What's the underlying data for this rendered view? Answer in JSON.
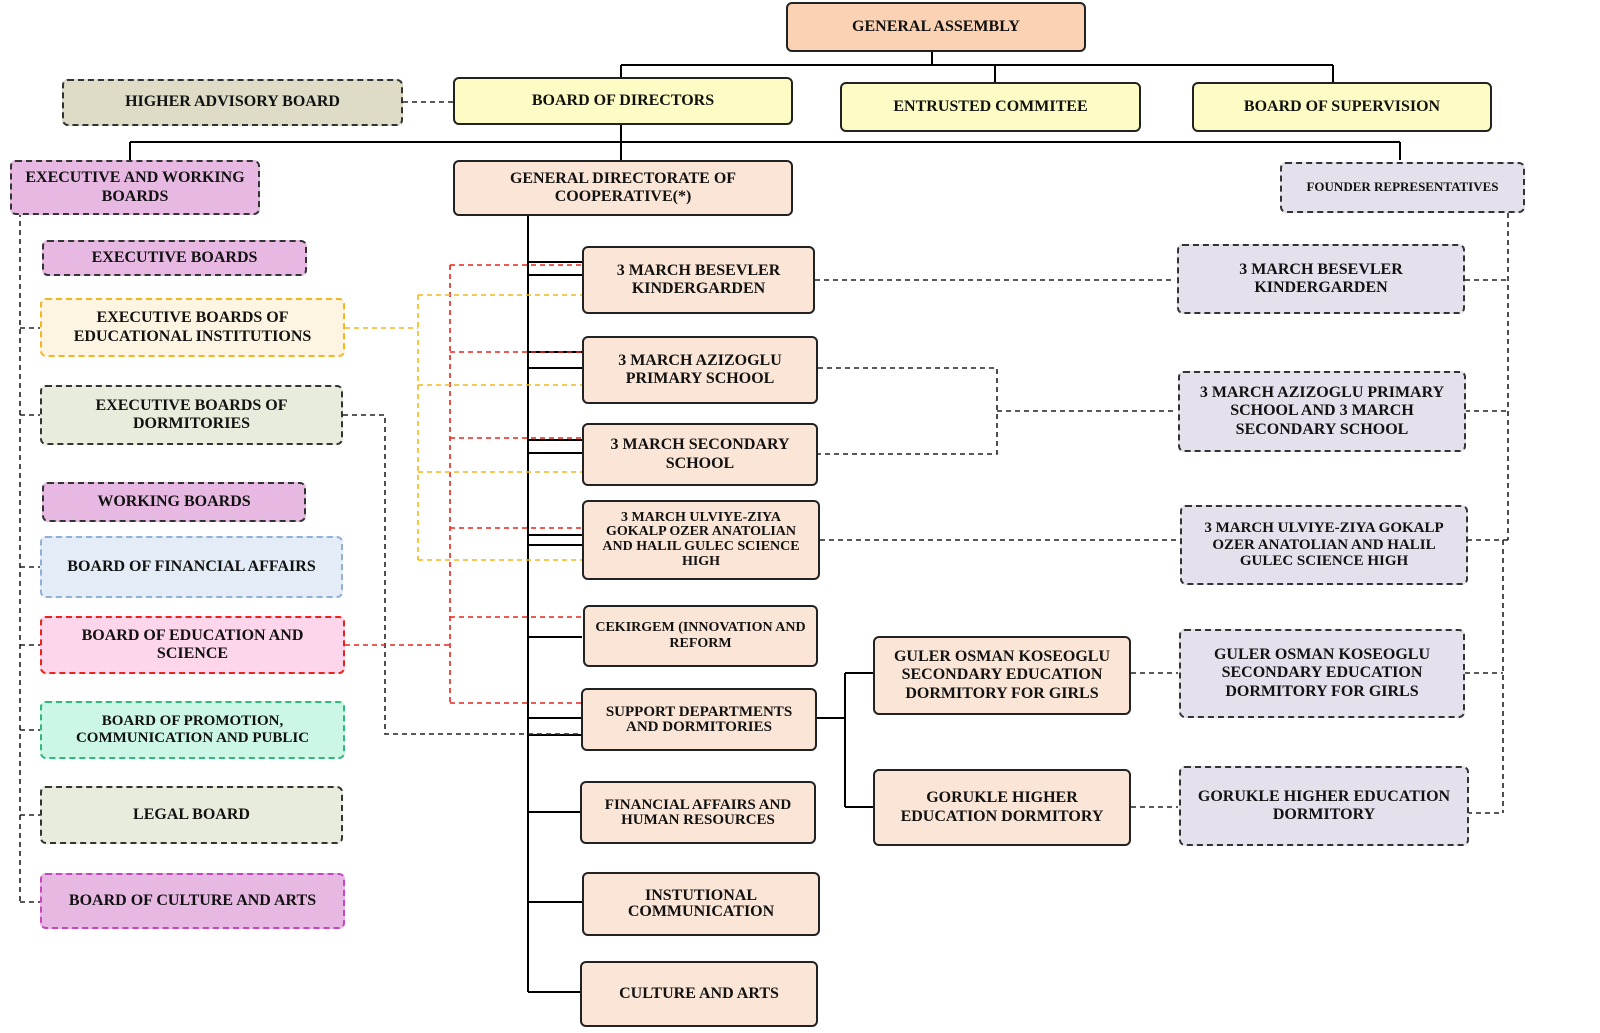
{
  "top": {
    "general_assembly": "GENERAL ASSEMBLY",
    "board_of_directors": "BOARD OF DIRECTORS",
    "entrusted_committee": "ENTRUSTED COMMITEE",
    "board_of_supervision": "BOARD OF SUPERVISION",
    "higher_advisory_board": "HIGHER ADVISORY BOARD",
    "general_directorate": "GENERAL DIRECTORATE OF COOPERATIVE(*)",
    "founder_representatives": "FOUNDER REPRESENTATIVES"
  },
  "left_boards": {
    "executive_and_working": "EXECUTIVE AND WORKING BOARDS",
    "executive_boards": "EXECUTIVE BOARDS",
    "exec_educational": "EXECUTIVE BOARDS OF EDUCATIONAL INSTITUTIONS",
    "exec_dormitories": "EXECUTIVE BOARDS OF DORMITORIES",
    "working_boards": "WORKING BOARDS",
    "financial_affairs": "BOARD OF FINANCIAL AFFAIRS",
    "education_science": "BOARD OF EDUCATION AND SCIENCE",
    "promotion": "BOARD OF PROMOTION, COMMUNICATION AND PUBLIC",
    "legal": "LEGAL BOARD",
    "culture_arts": "BOARD OF CULTURE AND ARTS"
  },
  "units": {
    "kindergarden": "3 MARCH BESEVLER KINDERGARDEN",
    "primary_school": "3 MARCH AZIZOGLU PRIMARY SCHOOL",
    "secondary_school": "3 MARCH SECONDARY SCHOOL",
    "science_high": "3 MARCH ULVIYE-ZIYA GOKALP OZER ANATOLIAN AND HALIL GULEC SCIENCE HIGH",
    "cekirgem": "CEKIRGEM (INNOVATION AND REFORM",
    "support_departments": "SUPPORT DEPARTMENTS AND DORMITORIES",
    "financial_hr": "FINANCIAL AFFAIRS AND HUMAN RESOURCES",
    "institutional_communication": "INSTUTIONAL COMMUNICATION",
    "culture_and_arts": "CULTURE AND ARTS"
  },
  "dormitories": {
    "guler_osman": "GULER OSMAN KOSEOGLU SECONDARY EDUCATION DORMITORY FOR GIRLS",
    "gorukle": "GORUKLE HIGHER EDUCATION DORMITORY"
  },
  "founder_reps": {
    "kindergarden": "3 MARCH BESEVLER KINDERGARDEN",
    "primary_secondary": "3 MARCH AZIZOGLU PRIMARY SCHOOL AND 3 MARCH SECONDARY SCHOOL",
    "science_high": "3 MARCH ULVIYE-ZIYA GOKALP OZER ANATOLIAN AND HALIL GULEC SCIENCE HIGH",
    "guler_osman": "GULER OSMAN KOSEOGLU SECONDARY EDUCATION DORMITORY FOR GIRLS",
    "gorukle": "GORUKLE HIGHER EDUCATION DORMITORY"
  },
  "colors": {
    "orange_box": "#fbd3b4",
    "yellow_box": "#fdfcc4",
    "gray_box": "#dedbc7",
    "pink_box": "#e7b9e2",
    "cream_box": "#fdf5e1",
    "sage_box": "#e8ecdc",
    "blue_box": "#e4ecf7",
    "rose_box": "#fdd6ec",
    "mint_box": "#ccf6e6",
    "peach_box": "#fbe5d6",
    "lavender_box": "#e5e1ec",
    "red_line": "#e8231b",
    "yellow_line": "#f2b720"
  }
}
